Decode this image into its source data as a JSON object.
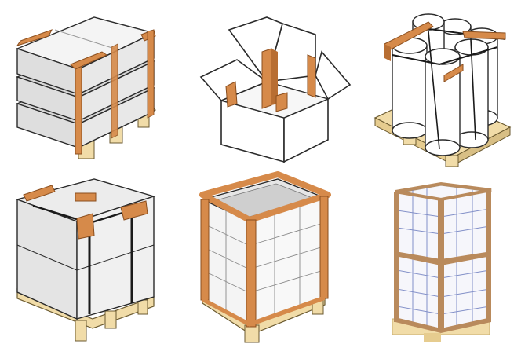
{
  "illustrations": [
    {
      "id": "stacked-boards-pallet"
    },
    {
      "id": "open-box-corner-guards"
    },
    {
      "id": "rolls-on-pallet"
    },
    {
      "id": "strapped-cube-pallet"
    },
    {
      "id": "framed-crate-pallet"
    },
    {
      "id": "wrapped-grid-pallet"
    }
  ],
  "colors": {
    "kraft": "#d68a4a",
    "kraft_dark": "#b86e32",
    "wood": "#f1dca8",
    "wood_dark": "#d8bf85",
    "board_gray": "#d4d4d4",
    "outline": "#2a2a2a",
    "strap": "#1a1a1a",
    "grid_blue": "#6f7fc0",
    "light_gray": "#eeeeee"
  }
}
